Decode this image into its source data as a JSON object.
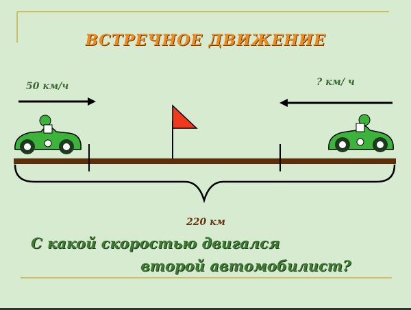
{
  "title": "ВСТРЕЧНОЕ  ДВИЖЕНИЕ",
  "left_car": {
    "speed": "50 км/ч",
    "number": "1"
  },
  "right_car": {
    "speed": "?  км/ ч",
    "number": "1"
  },
  "distance": "220  км",
  "question": {
    "line1": "С  какой  скоростью  двигался",
    "line2": "второй  автомобилист?"
  },
  "colors": {
    "background": "#d6ebd0",
    "title": "#f08a1e",
    "road": "#5c2e0a",
    "flag": "#f03a1e",
    "car": "#3cb43c",
    "accent_line": "#c8b040"
  }
}
